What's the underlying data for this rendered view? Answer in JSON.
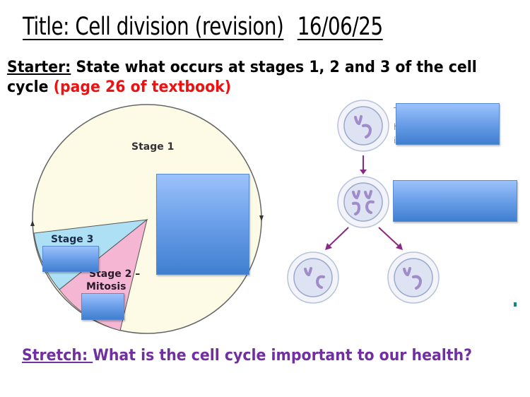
{
  "slide": {
    "title": "Title: Cell division (revision)",
    "date": "16/06/25",
    "starter": {
      "label": "Starter:",
      "text": " State what occurs at stages 1, 2 and 3 of the cell cycle ",
      "reference": "(page 26 of textbook)",
      "reference_color": "#ee1111"
    },
    "stretch": {
      "label": "Stretch: ",
      "text": "What is the cell cycle important to our health?",
      "color": "#7030a0"
    }
  },
  "cycle_diagram": {
    "stage1_label": "Stage 1",
    "stage2_label_line1": "Stage 2 –",
    "stage2_label_line2": "Mitosis",
    "stage3_label": "Stage 3",
    "colors": {
      "stage1": "#fdfbe6",
      "stage2": "#f4b6d2",
      "stage3": "#ade0f5",
      "outline": "#555555"
    }
  },
  "division_diagram": {
    "cells": [
      "parent-cell",
      "dividing-cell",
      "daughter-cell-left",
      "daughter-cell-right"
    ],
    "arrow_color": "#8a2a82",
    "chromosome_color": "#a08cc8"
  },
  "answer_boxes": [
    {
      "id": "stage1-answer"
    },
    {
      "id": "stage3-answer"
    },
    {
      "id": "stage2-answer"
    },
    {
      "id": "parent-cell-answer"
    },
    {
      "id": "dividing-cell-answer"
    }
  ]
}
